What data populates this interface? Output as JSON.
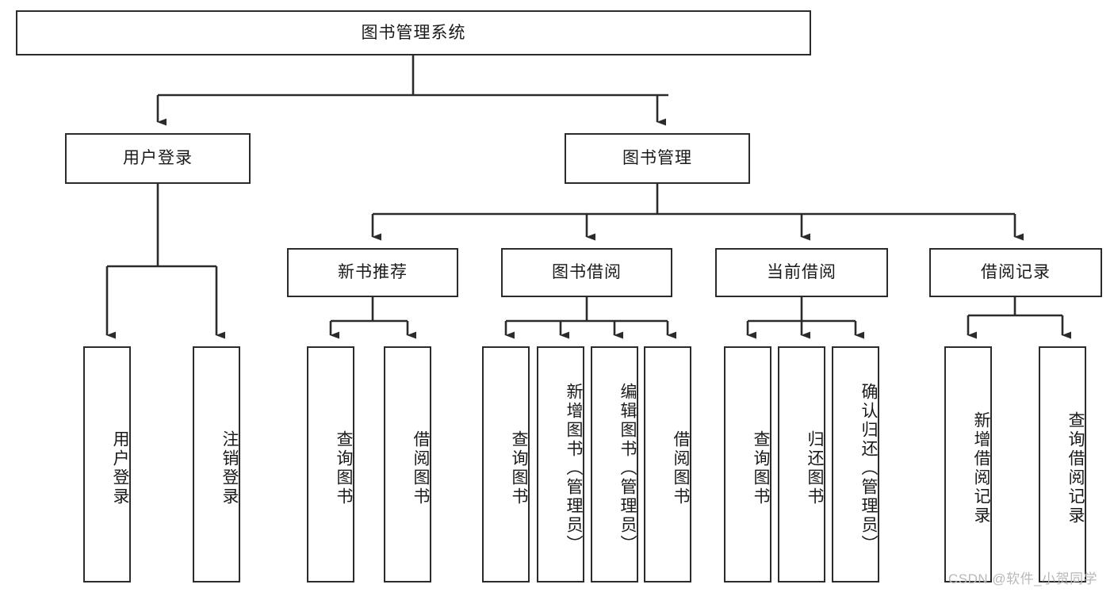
{
  "diagram": {
    "title": "图书管理系统",
    "type": "hierarchy-tree",
    "watermark": "CSDN @软件_小贺同学",
    "colors": {
      "stroke": "#2b2b2b",
      "fill": "#ffffff",
      "text": "#1a1a1a",
      "watermark": "#b8b8b8"
    },
    "levels": {
      "root": {
        "label": "图书管理系统"
      },
      "level2": [
        {
          "label": "用户登录"
        },
        {
          "label": "图书管理"
        }
      ],
      "level3": [
        {
          "label": "新书推荐"
        },
        {
          "label": "图书借阅"
        },
        {
          "label": "当前借阅"
        },
        {
          "label": "借阅记录"
        }
      ],
      "leaves": {
        "user_login": [
          {
            "label": "用户登录"
          },
          {
            "label": "注销登录"
          }
        ],
        "new_book_recommend": [
          {
            "label": "查询图书"
          },
          {
            "label": "借阅图书"
          }
        ],
        "book_borrow": [
          {
            "label": "查询图书"
          },
          {
            "label": "新增图书（管理员）"
          },
          {
            "label": "编辑图书（管理员）"
          },
          {
            "label": "借阅图书"
          }
        ],
        "current_borrow": [
          {
            "label": "查询图书"
          },
          {
            "label": "归还图书"
          },
          {
            "label": "确认归还（管理员）"
          }
        ],
        "borrow_record": [
          {
            "label": "新增借阅记录"
          },
          {
            "label": "查询借阅记录"
          }
        ]
      }
    }
  }
}
